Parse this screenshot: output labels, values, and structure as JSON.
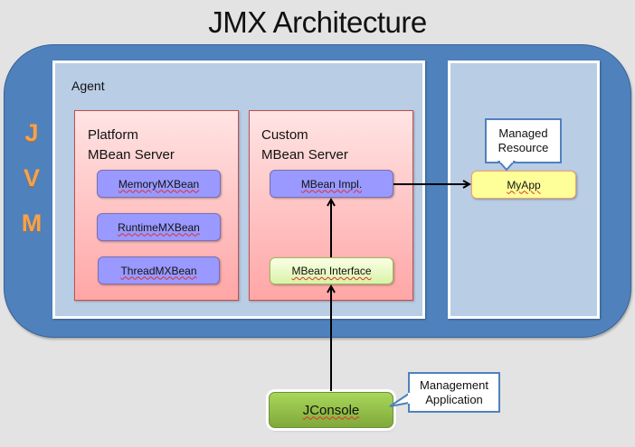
{
  "title": "JMX Architecture",
  "jvm": {
    "letters": [
      "J",
      "V",
      "M"
    ],
    "color": "#f6a24a"
  },
  "agent": {
    "label": "Agent",
    "platform_server": {
      "title_line1": "Platform",
      "title_line2": "MBean Server",
      "beans": [
        "MemoryMXBean",
        "RuntimeMXBean",
        "ThreadMXBean"
      ]
    },
    "custom_server": {
      "title_line1": "Custom",
      "title_line2": "MBean Server",
      "impl": "MBean Impl.",
      "interface": "MBean Interface"
    }
  },
  "resource": {
    "callout_line1": "Managed",
    "callout_line2": "Resource",
    "app": "MyApp"
  },
  "client": {
    "app": "JConsole",
    "callout_line1": "Management",
    "callout_line2": "Application"
  }
}
